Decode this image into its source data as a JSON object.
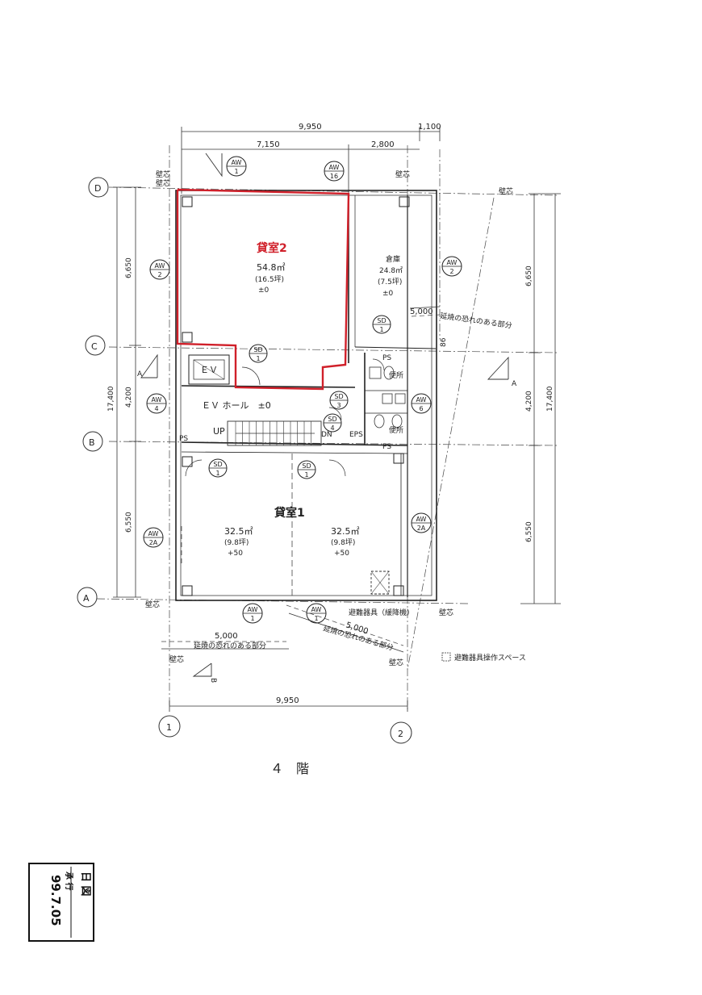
{
  "floor_title": "４　階",
  "dimensions": {
    "top_total": "9,950",
    "top_right_extra": "1,100",
    "top_left": "7,150",
    "top_right": "2,800",
    "left_d_c": "6,650",
    "left_total": "17,400",
    "left_c_b": "4,200",
    "left_b_a": "6,550",
    "right_d_c": "6,650",
    "right_c_b": "4,200",
    "right_total": "17,400",
    "right_b_a": "6,550",
    "bottom_total": "9,950",
    "bottom_setback": "5,000",
    "bottom_right_setback": "5,000",
    "top_setback": "5,000",
    "small_86": "86"
  },
  "grid_axes": {
    "d": "D",
    "c": "C",
    "b": "B",
    "a": "A",
    "one": "1",
    "two": "2"
  },
  "rooms": {
    "room2": {
      "name": "貸室2",
      "area": "54.8㎡",
      "tsubo": "(16.5坪)",
      "level": "±0"
    },
    "storage": {
      "name": "倉庫",
      "area": "24.8㎡",
      "tsubo": "(7.5坪)",
      "level": "±0"
    },
    "room1": {
      "name": "貸室1"
    },
    "room1_left": {
      "area": "32.5㎡",
      "tsubo": "(9.8坪)",
      "level": "+50"
    },
    "room1_right": {
      "area": "32.5㎡",
      "tsubo": "(9.8坪)",
      "level": "+50"
    },
    "ev": "ＥＶ",
    "ev_hall": "ＥＶ ホール　±0",
    "up": "UP",
    "dn": "DN",
    "eps": "EPS",
    "ps": "PS",
    "ps2": "PS",
    "wc1": "便所",
    "wc2": "便所",
    "ps_left": "PS"
  },
  "labels": {
    "wall_core": "壁芯",
    "setback_area": "延焼の恐れのある部分",
    "evac_device": "避難器具（緩降機）",
    "evac_space": "避難器具操作スペース",
    "section_a": "A",
    "section_b": "B"
  },
  "tags": {
    "aw1_top": {
      "k": "AW",
      "n": "1"
    },
    "aw16": {
      "k": "AW",
      "n": "16"
    },
    "aw2_left": {
      "k": "AW",
      "n": "2"
    },
    "aw2_right": {
      "k": "AW",
      "n": "2"
    },
    "aw4": {
      "k": "AW",
      "n": "4"
    },
    "aw6": {
      "k": "AW",
      "n": "6"
    },
    "aw2a_left": {
      "k": "AW",
      "n": "2A"
    },
    "aw2a_right": {
      "k": "AW",
      "n": "2A"
    },
    "aw1_bl": {
      "k": "AW",
      "n": "1"
    },
    "aw1_br": {
      "k": "AW",
      "n": "1"
    },
    "sd1_a": {
      "k": "SD",
      "n": "1"
    },
    "sd1_b": {
      "k": "SD",
      "n": "1"
    },
    "sd3": {
      "k": "SD",
      "n": "3"
    },
    "sd4": {
      "k": "SD",
      "n": "4"
    },
    "sd1_c": {
      "k": "SD",
      "n": "1"
    },
    "sd1_d": {
      "k": "SD",
      "n": "1"
    }
  },
  "stamp": {
    "line1": "日 図",
    "line2": "承 行",
    "date": "99.7.05"
  },
  "colors": {
    "highlight": "#d0202a",
    "ink": "#222222"
  }
}
